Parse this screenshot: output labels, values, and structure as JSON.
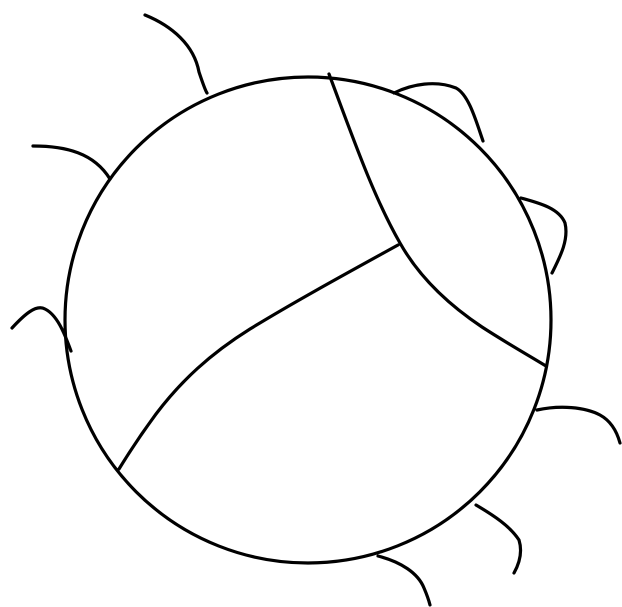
{
  "drawing": {
    "background_color": "#ffffff",
    "line_color": "#000000",
    "shapes": [
      "circle",
      "dividing-lines",
      "legs"
    ]
  }
}
